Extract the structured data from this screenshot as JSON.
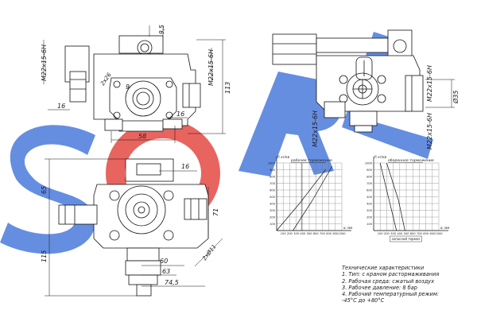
{
  "watermark": {
    "text": "SORL",
    "colors": {
      "blue": "#3b6fd8",
      "red": "#e23a33"
    }
  },
  "dimensions": {
    "top_left": {
      "thread_left": "M22x15-6H",
      "thread_right": "M22x15-6H",
      "d95": "9,5",
      "d16_left": "16",
      "d16_right": "16",
      "d58": "58",
      "d113": "113",
      "d9": "9",
      "d26": "2x26"
    },
    "top_right": {
      "thread_bottom": "M22x15-6H",
      "thread_right": "M22x15-6H",
      "thread_far": "M22x15-6H",
      "d35": "Ø35"
    },
    "bottom_left": {
      "d16": "16",
      "d65": "65",
      "d71": "71",
      "d115": "115",
      "d60": "60",
      "d63": "63",
      "d745": "74,5",
      "hole": "2xØ11"
    }
  },
  "chart_data": [
    {
      "type": "line",
      "title": "рабочее торможение",
      "ylabel": "P, кг/кв",
      "xlabel": "α, мм",
      "y_ticks": [
        "100",
        "200",
        "300",
        "400",
        "500",
        "600",
        "700",
        "800",
        "900",
        "1000"
      ],
      "x_ticks": [
        "100",
        "200",
        "300",
        "400",
        "500",
        "600",
        "700",
        "800",
        "900",
        "1000"
      ],
      "grid": true
    },
    {
      "type": "line",
      "title": "оборонное торможение",
      "ylabel": "P, кг/кв",
      "xlabel": "α, мм",
      "annotation": "запасной тормоз",
      "y_ticks": [
        "100",
        "200",
        "300",
        "400",
        "500",
        "600",
        "700",
        "800",
        "900",
        "1000"
      ],
      "x_ticks": [
        "100",
        "200",
        "300",
        "400",
        "500",
        "600",
        "700",
        "800",
        "900",
        "1000"
      ],
      "grid": true
    }
  ],
  "specs": {
    "title": "Технические характеристики",
    "items": [
      "1. Тип: с краном растормаживания",
      "2. Рабочая среда: сжатый воздух",
      "3. Рабочее давление: 8 бар",
      "4. Рабочий температурный режим:",
      "-45°С до +80°С"
    ]
  }
}
